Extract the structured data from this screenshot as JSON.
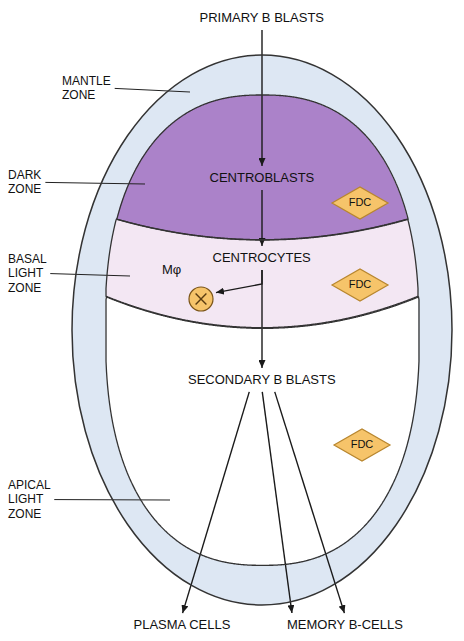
{
  "diagram": {
    "nodes": [
      {
        "text": [
          "PRIMARY B BLASTS"
        ]
      },
      {
        "text": [
          "MANTLE ZONE"
        ]
      },
      {
        "text": [
          "DARK ZONE"
        ],
        "in": 1
      },
      {
        "text": [
          "CENTROBLASTS"
        ],
        "in": 2
      },
      {
        "text": [
          "FDC"
        ],
        "in": 2
      },
      {
        "text": [
          "BASAL LIGHT ZONE"
        ],
        "in": 1
      },
      {
        "text": [
          "CENTROCYTES"
        ],
        "in": 5
      },
      {
        "text": [
          "Mφ"
        ],
        "in": 5
      },
      {
        "text": [
          "FDC"
        ],
        "in": 5
      },
      {
        "text": [
          "APICAL LIGHT ZONE"
        ],
        "in": 1
      },
      {
        "text": [
          "SECONDARY B BLASTS"
        ],
        "in": 9
      },
      {
        "text": [
          "FDC"
        ],
        "in": 9
      },
      {
        "text": [
          "PLASMA CELLS"
        ]
      },
      {
        "text": [
          "MEMORY B-CELLS"
        ]
      }
    ],
    "edges": [
      {
        "from": 0,
        "to": 3,
        "arrow": "to"
      },
      {
        "from": 3,
        "to": 6,
        "arrow": "to"
      },
      {
        "from": 6,
        "to": 7,
        "arrow": "to"
      },
      {
        "from": 6,
        "to": 10,
        "arrow": "to"
      },
      {
        "from": 10,
        "to": 12,
        "arrow": "to"
      },
      {
        "from": 10,
        "to": 13,
        "arrow": "to"
      },
      {
        "from": 10,
        "to": 13,
        "arrow": "to"
      }
    ]
  }
}
